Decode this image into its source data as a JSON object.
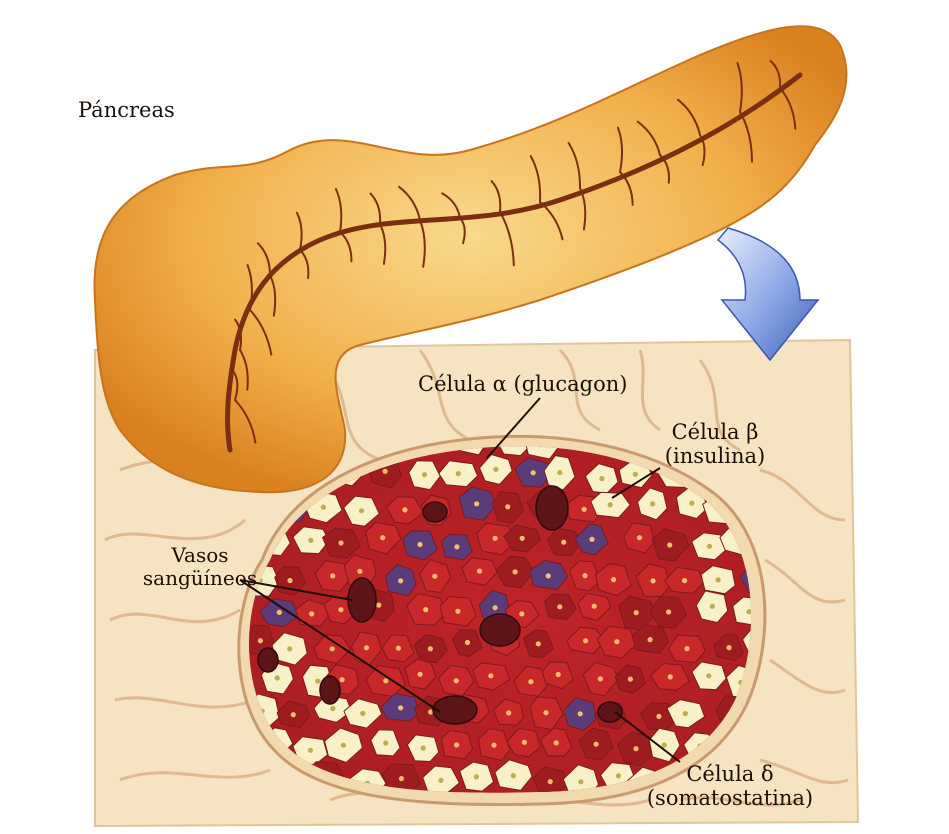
{
  "labels": {
    "pancreas": "Páncreas",
    "alpha_cell": "Célula α (glucagon)",
    "beta_cell_line1": "Célula β",
    "beta_cell_line2": "(insulina)",
    "vessels_line1": "Vasos",
    "vessels_line2": "sangüíneos",
    "delta_cell_line1": "Célula δ",
    "delta_cell_line2": "(somatostatina)"
  },
  "colors": {
    "pancreas_fill": "#f0a63c",
    "pancreas_light": "#f7cf7a",
    "pancreas_duct": "#7a2f12",
    "tissue_bg": "#f6e2bf",
    "tissue_line": "#d6a77d",
    "beta_cell": "#c9282a",
    "beta_cell_dark": "#9e1c1f",
    "alpha_cell": "#f8f1c8",
    "delta_cell": "#5a3c7a",
    "vessel": "#5c1418",
    "arrow": "#4f6fc4"
  },
  "icons": {
    "arrow": "zoom-arrow-icon"
  }
}
